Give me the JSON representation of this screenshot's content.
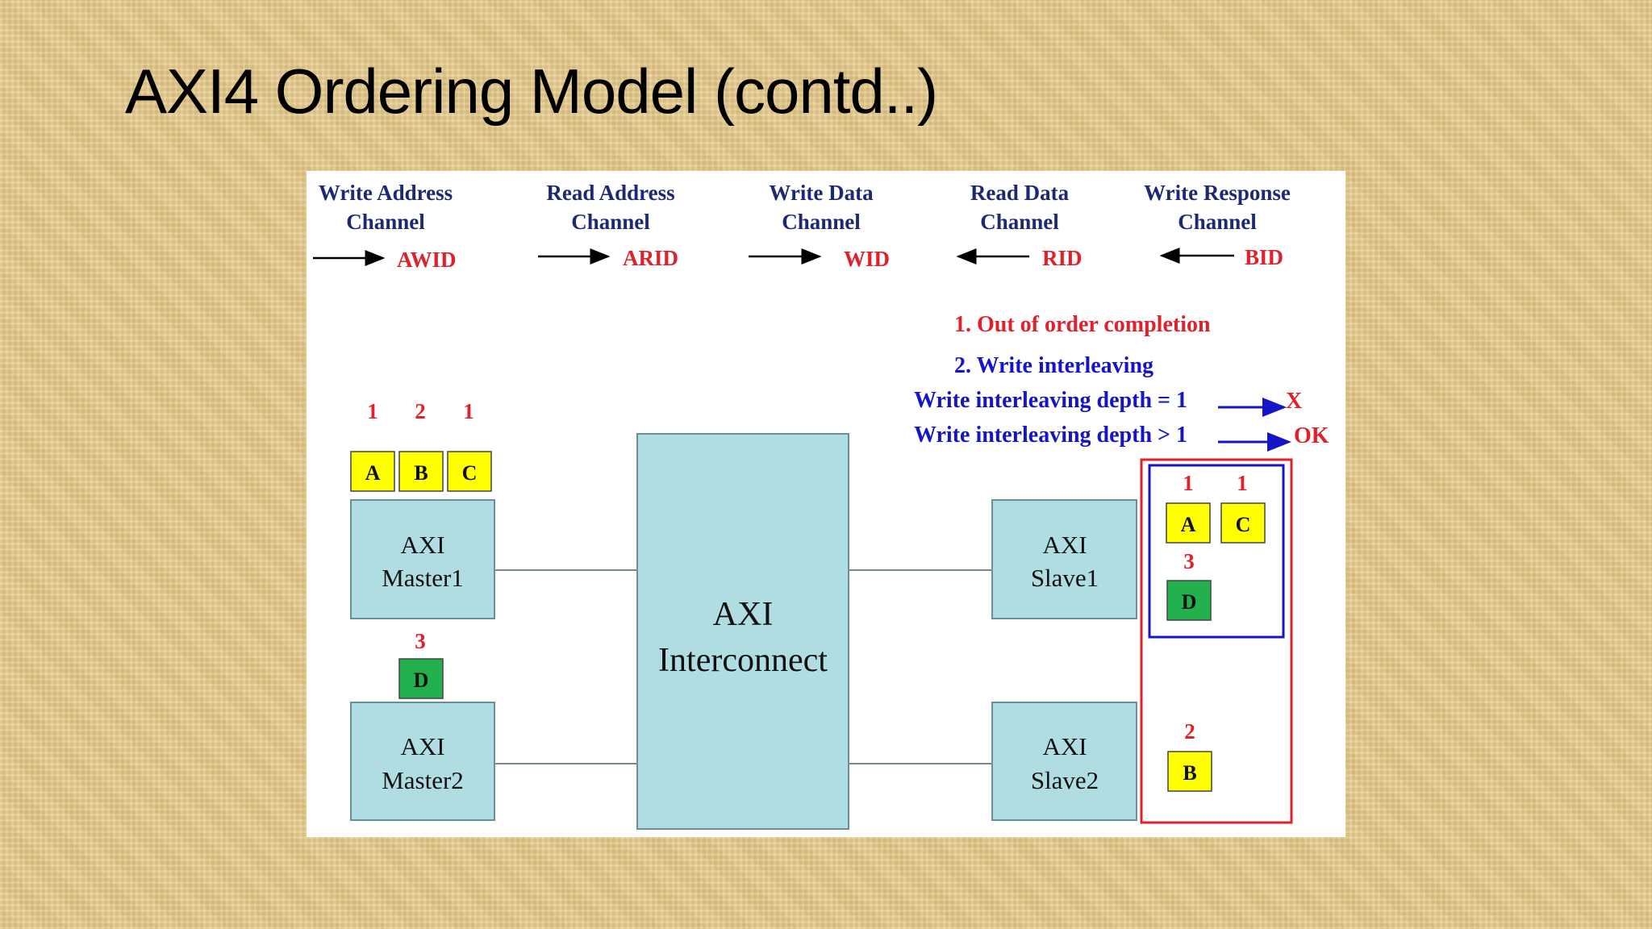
{
  "slide": {
    "title": "AXI4 Ordering Model (contd..)"
  },
  "diagram": {
    "channels": [
      {
        "line1": "Write Address",
        "line2": "Channel",
        "id": "AWID",
        "direction": "right"
      },
      {
        "line1": "Read Address",
        "line2": "Channel",
        "id": "ARID",
        "direction": "right"
      },
      {
        "line1": "Write Data",
        "line2": "Channel",
        "id": "WID",
        "direction": "right"
      },
      {
        "line1": "Read Data",
        "line2": "Channel",
        "id": "RID",
        "direction": "left"
      },
      {
        "line1": "Write Response",
        "line2": "Channel",
        "id": "BID",
        "direction": "left"
      }
    ],
    "notes": {
      "out_of_order": "1. Out of order completion",
      "write_interleaving": "2. Write interleaving",
      "depth_eq_text": "Write interleaving depth = 1",
      "depth_eq_result": "X",
      "depth_gt_text": "Write interleaving depth > 1",
      "depth_gt_result": "OK"
    },
    "master1": {
      "line1": "AXI",
      "line2": "Master1",
      "transactions": [
        {
          "letter": "A",
          "id": "1",
          "color": "#ffff00"
        },
        {
          "letter": "B",
          "id": "2",
          "color": "#ffff00"
        },
        {
          "letter": "C",
          "id": "1",
          "color": "#ffff00"
        }
      ]
    },
    "master2": {
      "line1": "AXI",
      "line2": "Master2",
      "transactions": [
        {
          "letter": "D",
          "id": "3",
          "color": "#22b14c"
        }
      ]
    },
    "interconnect": {
      "line1": "AXI",
      "line2": "Interconnect"
    },
    "slave1": {
      "line1": "AXI",
      "line2": "Slave1",
      "transactions": [
        {
          "letter": "A",
          "id": "1",
          "color": "#ffff00"
        },
        {
          "letter": "C",
          "id": "1",
          "color": "#ffff00"
        },
        {
          "letter": "D",
          "id": "3",
          "color": "#22b14c"
        }
      ]
    },
    "slave2": {
      "line1": "AXI",
      "line2": "Slave2",
      "transactions": [
        {
          "letter": "B",
          "id": "2",
          "color": "#ffff00"
        }
      ]
    },
    "colors": {
      "block_fill": "#b0dde2",
      "block_stroke": "#6a8f96",
      "channel_text": "#1d2a73",
      "accent_red": "#e0202a",
      "accent_blue": "#1414c8"
    }
  }
}
